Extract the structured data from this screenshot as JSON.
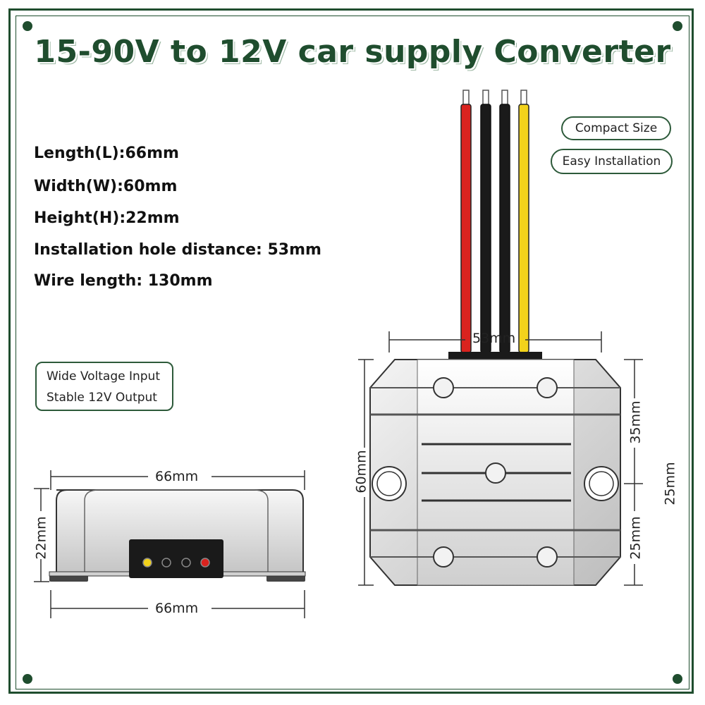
{
  "title": "15-90V to 12V car supply Converter",
  "specs": {
    "length": "Length(L):66mm",
    "width": "Width(W):60mm",
    "height": "Height(H):22mm",
    "hole_distance": "Installation hole distance:  53mm",
    "wire_length": "Wire length: 130mm"
  },
  "badges": {
    "compact": "Compact Size",
    "easy": "Easy Installation"
  },
  "features": {
    "line1": "Wide Voltage Input",
    "line2": "Stable 12V Output"
  },
  "dimensions": {
    "top_width": "66mm",
    "bottom_width": "66mm",
    "side_height": "22mm",
    "hole_span": "53mm",
    "body_height": "60mm",
    "upper_right": "35mm",
    "lower_right": "25mm",
    "outer_right": "25mm"
  },
  "colors": {
    "frame": "#1f4d2e",
    "wire_red": "#d9231f",
    "wire_black": "#1a1a1a",
    "wire_yellow": "#f2d21b"
  }
}
